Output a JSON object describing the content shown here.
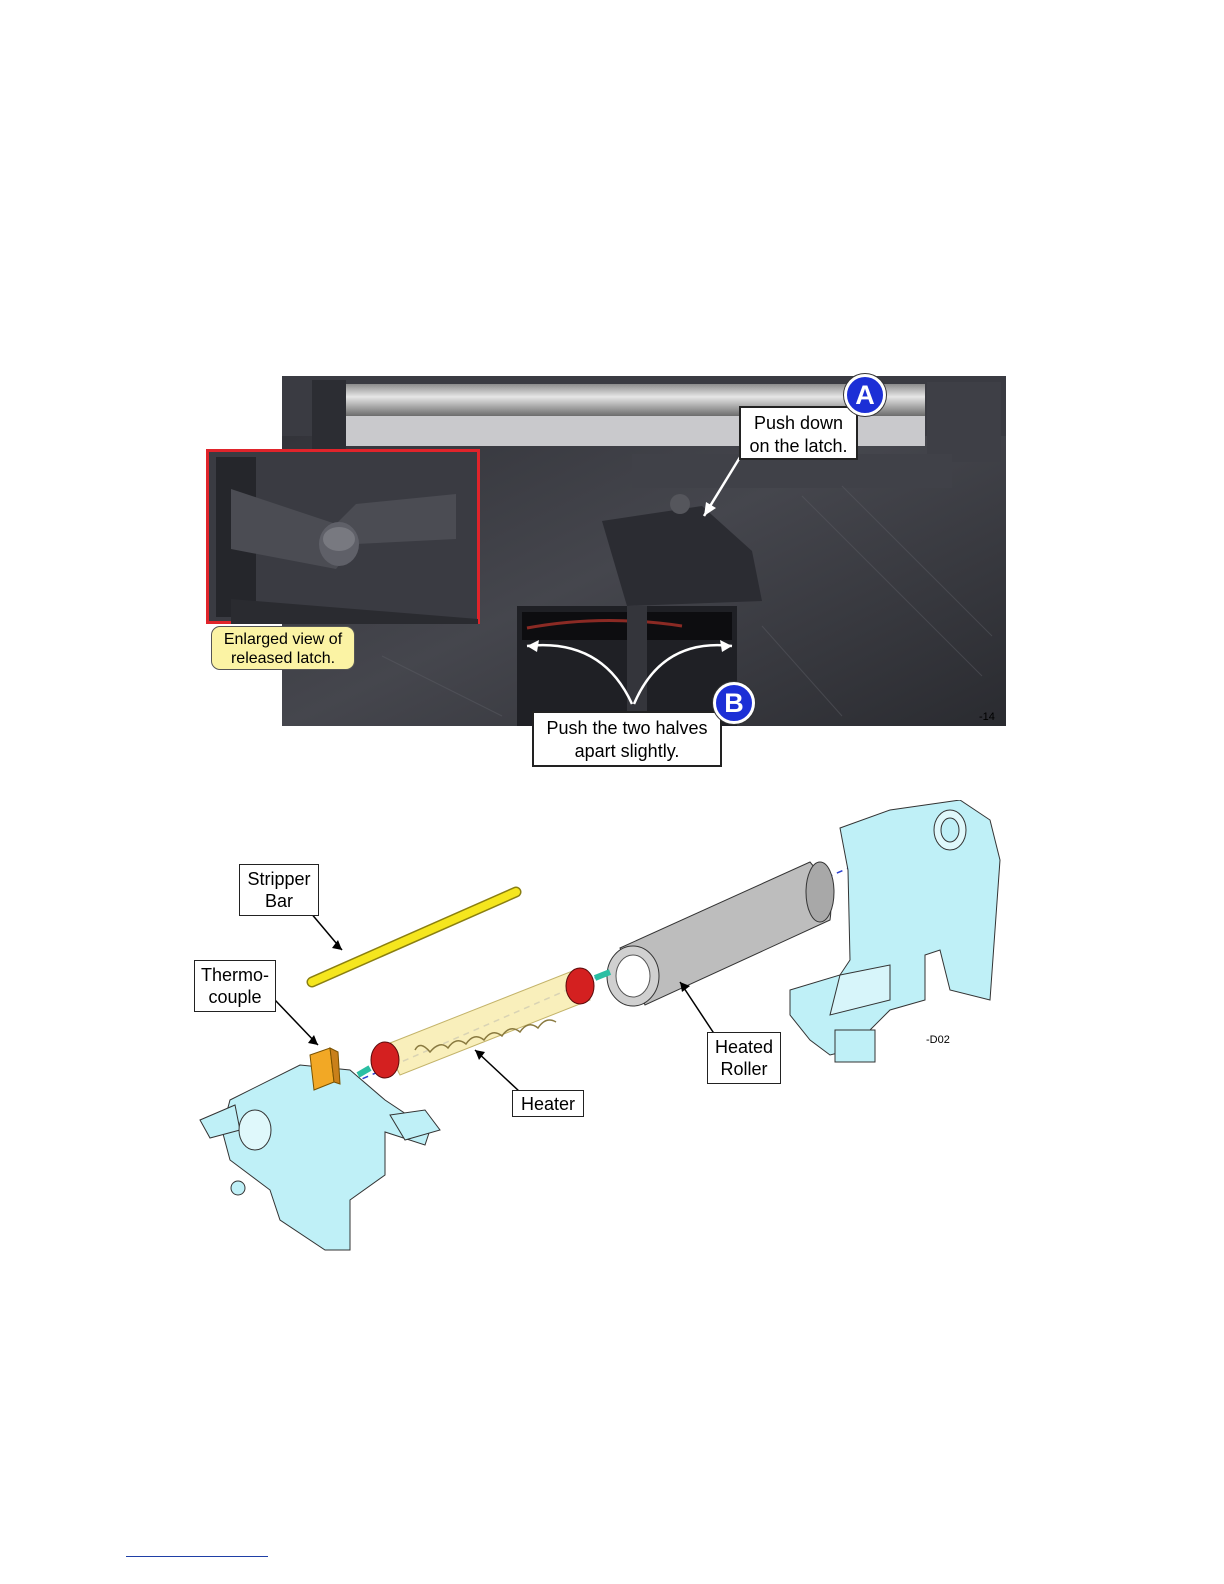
{
  "photo_figure": {
    "callout_a": {
      "badge": "A",
      "lines": [
        "Push down",
        "on the latch."
      ]
    },
    "callout_b": {
      "badge": "B",
      "lines": [
        "Push the two halves",
        "apart slightly."
      ]
    },
    "inset_label": {
      "lines": [
        "Enlarged view of",
        "released latch."
      ]
    },
    "figure_code": "-14"
  },
  "exploded_figure": {
    "labels": {
      "stripper_bar": [
        "Stripper",
        "Bar"
      ],
      "thermocouple": [
        "Thermo-",
        "couple"
      ],
      "heater": [
        "Heater"
      ],
      "heated_roller": [
        "Heated",
        "Roller"
      ]
    },
    "figure_code": "-D02"
  },
  "colors": {
    "badge": "#1c2fd6",
    "inset_frame": "#e0242b",
    "housing": "#bff0f7",
    "stripper_bar": "#f5e61e",
    "heater_end": "#d42020",
    "roller": "#bdbdbd",
    "axis_line": "#2a3fd0"
  }
}
